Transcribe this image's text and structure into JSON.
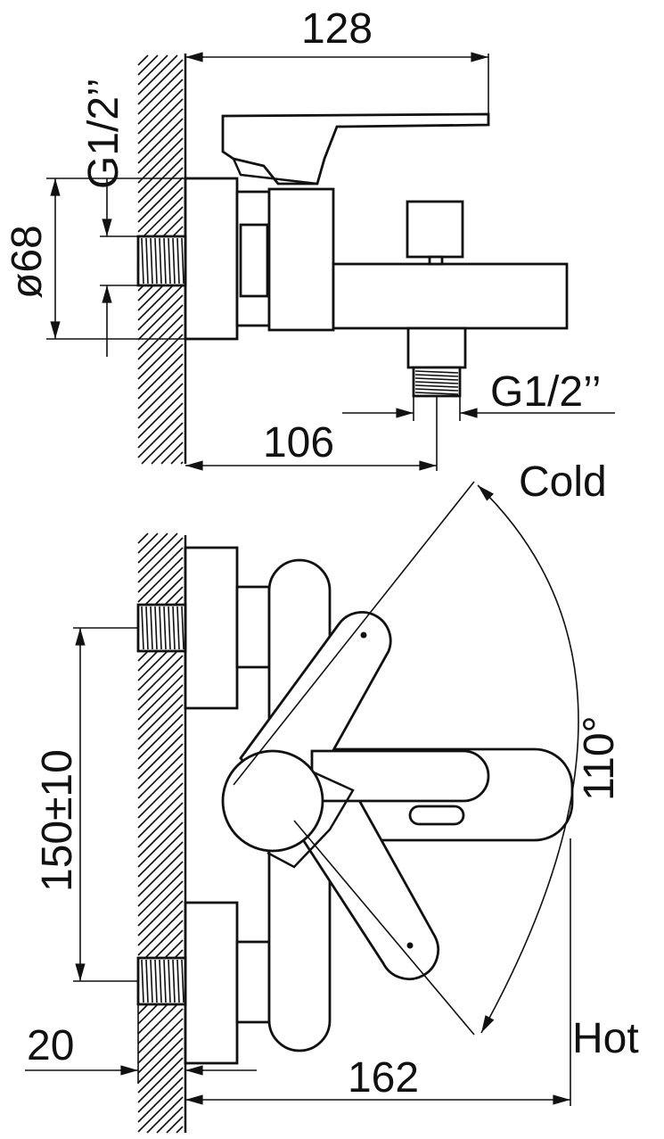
{
  "labels": {
    "width_total_top": "128",
    "thread_inlet_top": "G1/2’’",
    "diameter_escutcheon": "ø68",
    "thread_outlet": "G1/2’’",
    "outlet_distance": "106",
    "cold": "Cold",
    "rotation_angle": "110°",
    "center_distance": "150±10",
    "hot": "Hot",
    "wall_offset": "20",
    "width_total_bottom": "162"
  },
  "colors": {
    "line": "#111111",
    "background": "#ffffff"
  }
}
